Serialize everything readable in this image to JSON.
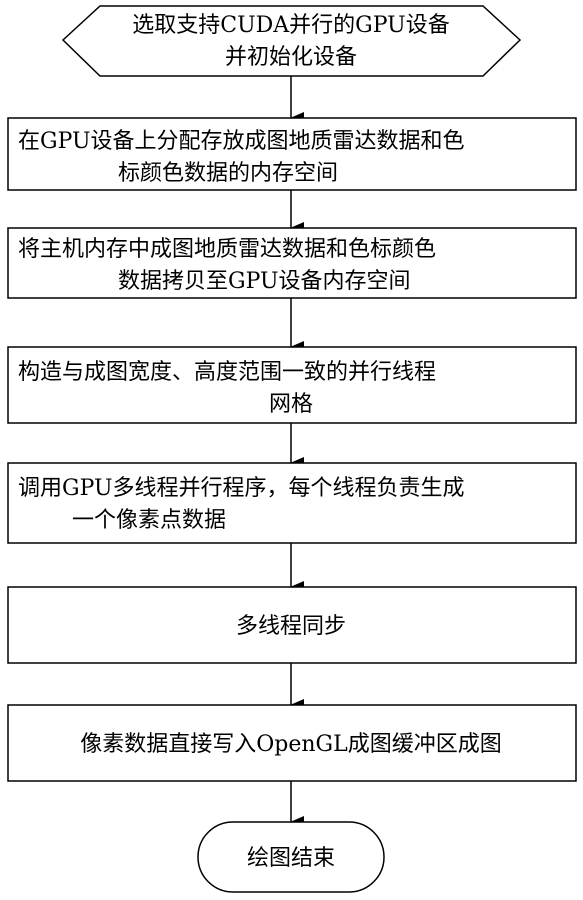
{
  "flowchart": {
    "start": {
      "lines": [
        "选取支持CUDA并行的GPU设备",
        "并初始化设备"
      ]
    },
    "steps": [
      {
        "lines": [
          "在GPU设备上分配存放成图地质雷达数据和色",
          "标颜色数据的内存空间"
        ]
      },
      {
        "lines": [
          "将主机内存中成图地质雷达数据和色标颜色",
          "数据拷贝至GPU设备内存空间"
        ]
      },
      {
        "lines": [
          "构造与成图宽度、高度范围一致的并行线程",
          "网格"
        ]
      },
      {
        "lines": [
          "调用GPU多线程并行程序，每个线程负责生成",
          "一个像素点数据"
        ]
      },
      {
        "lines": [
          "多线程同步"
        ]
      },
      {
        "lines": [
          "像素数据直接写入OpenGL成图缓冲区成图"
        ]
      }
    ],
    "end": {
      "lines": [
        "绘图结束"
      ]
    }
  }
}
